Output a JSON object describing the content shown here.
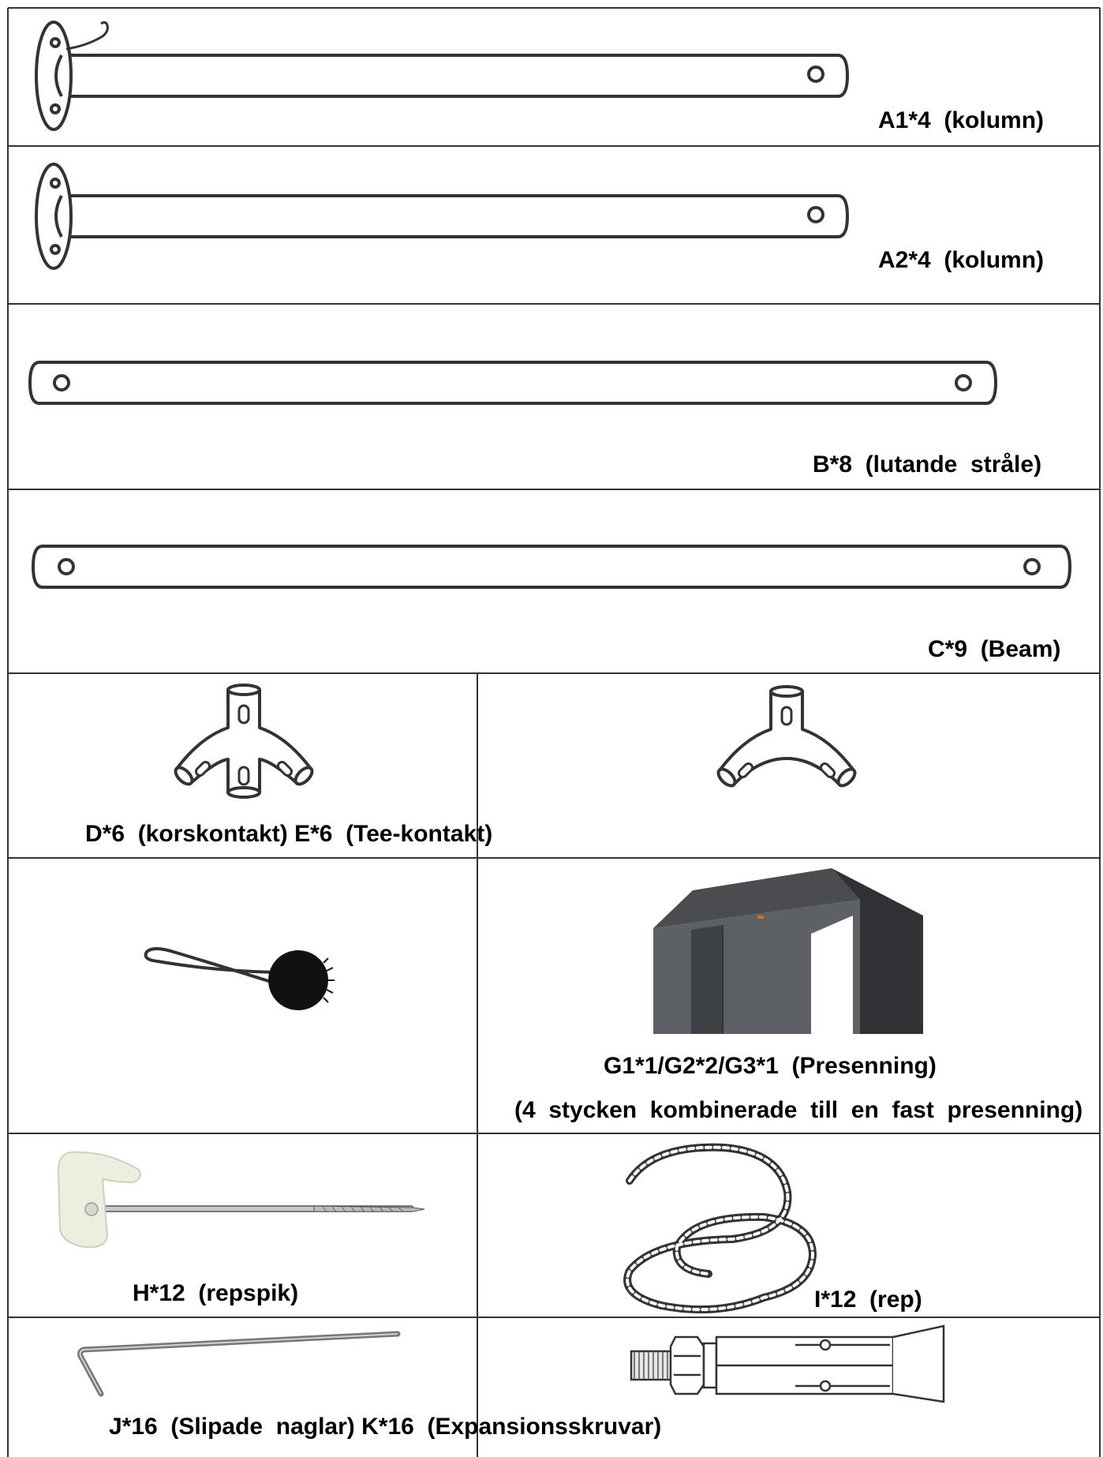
{
  "parts": {
    "a1": {
      "label": "A1*4  (kolumn)"
    },
    "a2": {
      "label": "A2*4  (kolumn)"
    },
    "b": {
      "label": "B*8  (lutande  stråle)"
    },
    "c": {
      "label": "C*9  (Beam)"
    },
    "d_e": {
      "label": "D*6  (korskontakt) E*6  (Tee-kontakt)"
    },
    "g": {
      "label": "G1*1/G2*2/G3*1  (Presenning)",
      "note": "(4  stycken  kombinerade  till  en  fast  presenning)"
    },
    "h": {
      "label": "H*12  (repspik)"
    },
    "i": {
      "label": "I*12  (rep)"
    },
    "j_k": {
      "label": "J*16  (Slipade  naglar) K*16  (Expansionsskruvar)"
    }
  },
  "colors": {
    "line": "#333333",
    "tarp_dark": "#4a4c4f",
    "tarp_side": "#5d6064",
    "ball": "#111111"
  }
}
